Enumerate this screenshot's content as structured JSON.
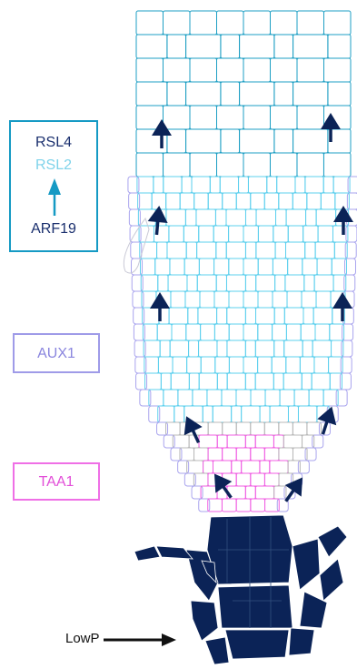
{
  "legend": {
    "box1": {
      "line1": "RSL4",
      "line2": "RSL2",
      "line3": "ARF19",
      "border_color": "#159ac4",
      "line1_color": "#1a2f6e",
      "line2_color": "#7fd3ea",
      "line3_color": "#1a2f6e",
      "arrow_color": "#159ac4"
    },
    "box2": {
      "label": "AUX1",
      "border_color": "#9f9be8",
      "text_color": "#8a85de"
    },
    "box3": {
      "label": "TAA1",
      "border_color": "#ef6fe6",
      "text_color": "#e24fd8"
    }
  },
  "root_label": {
    "text": "LowP"
  },
  "colors": {
    "dark_cells": "#0b2357",
    "upper_cells": "#1e9fc4",
    "mid_cells": "#5ed0ee",
    "epidermis": "#a9a4ee",
    "pink_cells": "#f05fe3",
    "grey_cells": "#b8b8b8",
    "arrows": "#0b2357"
  }
}
